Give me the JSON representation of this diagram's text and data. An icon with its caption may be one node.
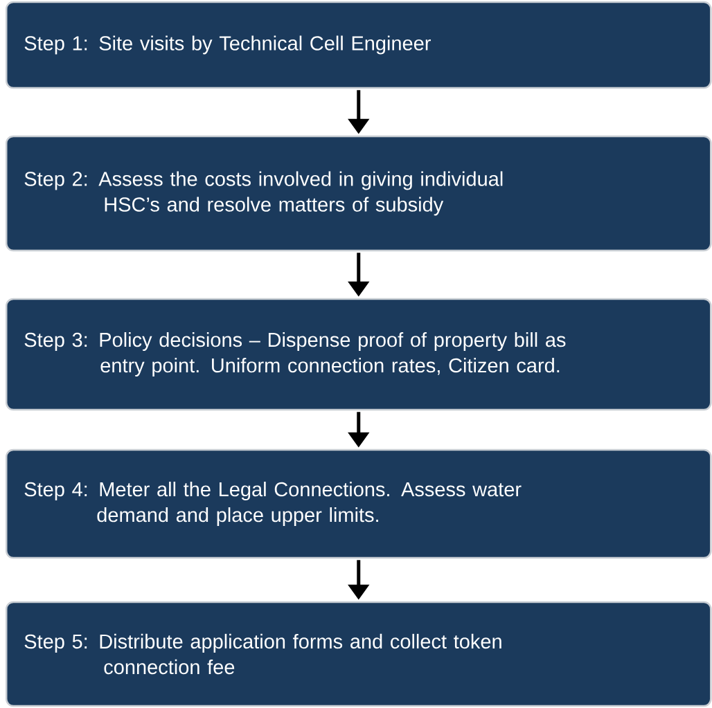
{
  "diagram": {
    "nodes": [
      {
        "text": [
          "Step 1: Site visits by Technical Cell Engineer"
        ]
      },
      {
        "text": [
          "Step 2: Assess the costs involved in giving individual HSC’s and resolve matters of subsidy"
        ]
      },
      {
        "text": [
          "Step 3: Policy decisions – Dispense proof of property bill as entry point. Uniform connection rates, Citizen card."
        ]
      },
      {
        "text": [
          "Step 4: Meter all the Legal Connections. Assess water demand and place upper limits."
        ]
      },
      {
        "text": [
          "Step 5: Distribute application forms and collect token connection fee"
        ]
      }
    ],
    "edges": [
      {
        "from": 0,
        "to": 1,
        "arrow": "to"
      },
      {
        "from": 1,
        "to": 2,
        "arrow": "to"
      },
      {
        "from": 2,
        "to": 3,
        "arrow": "to"
      },
      {
        "from": 3,
        "to": 4,
        "arrow": "to"
      }
    ]
  }
}
